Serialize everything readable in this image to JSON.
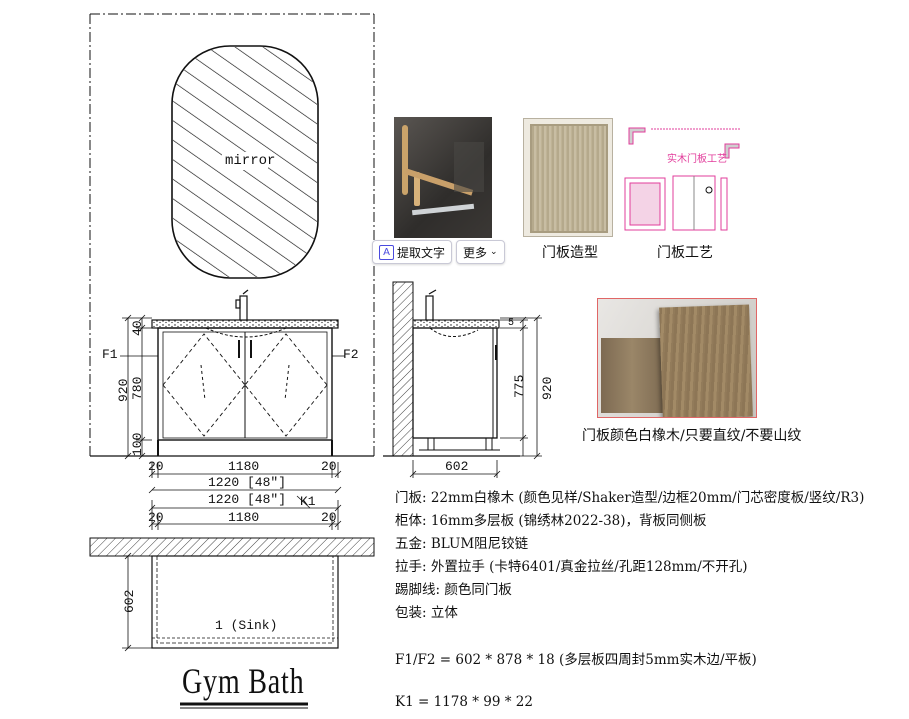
{
  "front_view": {
    "mirror_label": "mirror",
    "left_side_panel_label": "F1",
    "right_side_panel_label": "F2",
    "dim_top": "40",
    "dim_mid": "780",
    "dim_bottom": "100",
    "dim_total": "920",
    "bottom_dims": {
      "side_left": "20",
      "inner": "1180",
      "side_right": "20",
      "overall": "1220 [48\"]"
    }
  },
  "plan_view": {
    "dim_overall": "1220 [48\"]",
    "kick_label": "K1",
    "dim_side_left": "20",
    "dim_inner": "1180",
    "dim_side_right": "20",
    "depth": "602",
    "sink_label": "1 (Sink)"
  },
  "side_view": {
    "dim_top": "5",
    "dim_mid": "775",
    "dim_total": "920",
    "dim_depth": "602"
  },
  "title": "Gym Bath",
  "references": {
    "door_style_caption": "门板造型",
    "door_craft_caption": "门板工艺",
    "door_craft_sheet_title": "实木门板工艺",
    "door_color_caption": "门板颜色白橡木/只要直纹/不要山纹"
  },
  "ocr_toolbar": {
    "extract_text_label": "提取文字",
    "more_label": "更多"
  },
  "specs": [
    "门板: 22mm白橡木 (颜色见样/Shaker造型/边框20mm/门芯密度板/竖纹/R3)",
    "柜体: 16mm多层板 (锦绣林2022-38)，背板同侧板",
    "五金: BLUM阻尼铰链",
    "拉手: 外置拉手 (卡特6401/真金拉丝/孔距128mm/不开孔)",
    "踢脚线: 颜色同门板",
    "包装: 立体"
  ],
  "formulas": [
    "F1/F2 = 602 * 878 * 18 (多层板四周封5mm实木边/平板)",
    "K1 = 1178 * 99 * 22"
  ],
  "colors": {
    "line": "#111111",
    "craft_pink": "#e23c9b",
    "wood_light": "#b9ab8d",
    "wood_dark": "#8a7350",
    "photo_bg": "#3c3a38"
  }
}
